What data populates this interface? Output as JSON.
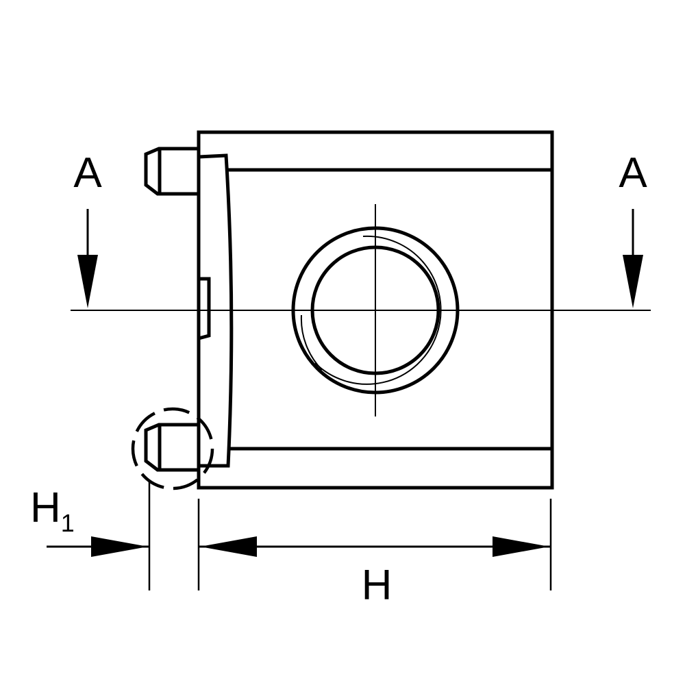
{
  "drawing": {
    "section_label_left": "A",
    "section_label_right": "A",
    "dim_h1_main": "H",
    "dim_h1_sub": "1",
    "dim_h": "H"
  },
  "colors": {
    "line": "#000000",
    "background": "#ffffff"
  }
}
